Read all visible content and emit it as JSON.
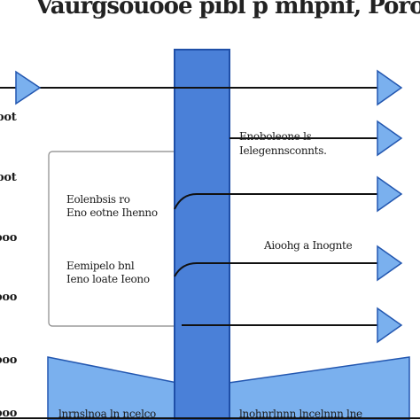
{
  "title": "Vaurgsouooe pibl p mhpnf, Poro",
  "left_labels": [
    "oot",
    "oot",
    "ooo",
    "ooo",
    "ooo",
    "ooo"
  ],
  "center_labels": [
    {
      "line1": "Eolenbsis ro",
      "line2": "Eno eotne Ihenno"
    },
    {
      "line1": "Eemipelo bnl",
      "line2": "Ieno loate Ieono"
    }
  ],
  "right_labels": [
    {
      "line1": "Enoboleone ls",
      "line2": "Ielegennsconnts."
    },
    {
      "line1": "Aioohg a Inognte"
    }
  ],
  "bottom_labels": {
    "left": "lnrnslnoa ln ncelco",
    "right": "lnohnrlnnn lncelnnn lne"
  },
  "colors": {
    "bar_fill": "#4a80d8",
    "bar_stroke": "#1f4fa8",
    "base_fill": "#7ab0ee",
    "arrow_fill": "#7ab0ee",
    "arrow_stroke": "#2357b0",
    "line": "#111111",
    "panel_stroke": "#888888"
  }
}
